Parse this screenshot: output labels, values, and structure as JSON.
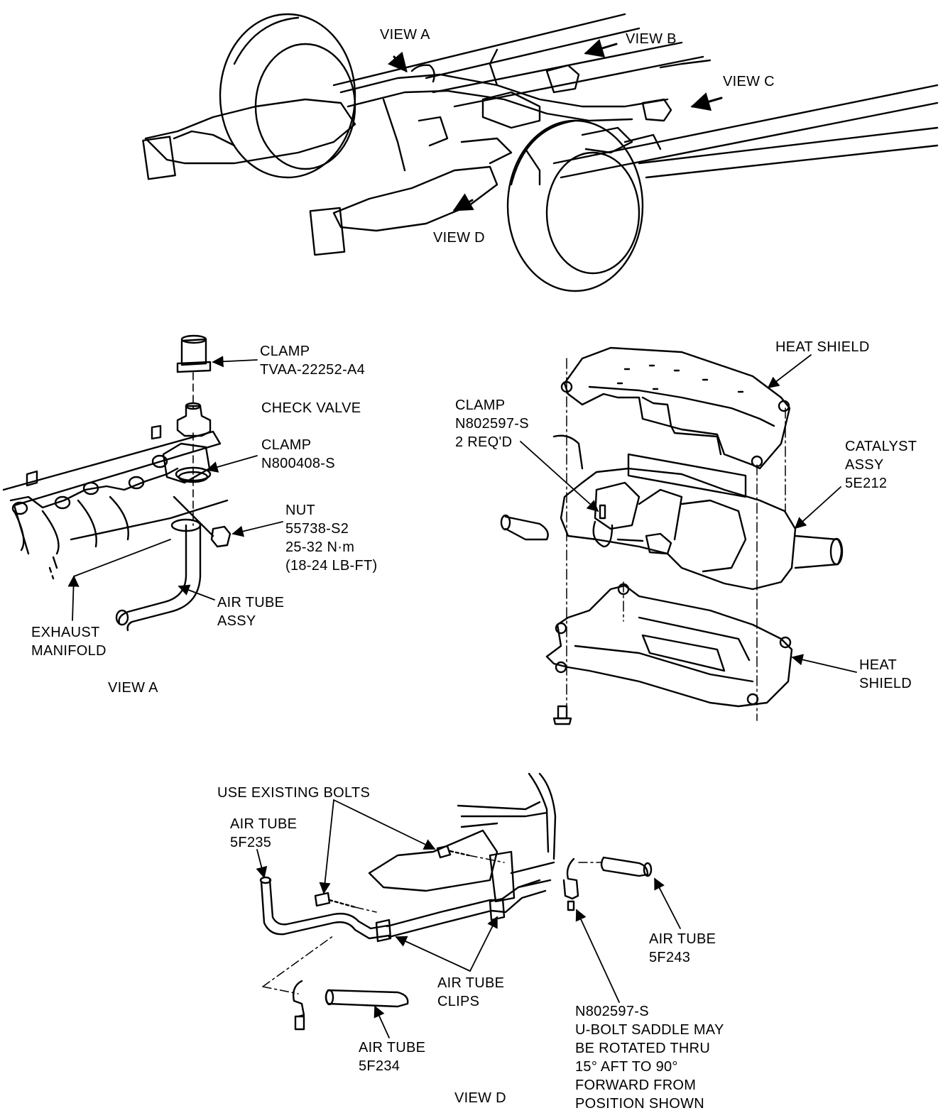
{
  "overview": {
    "view_a": "VIEW A",
    "view_b": "VIEW B",
    "view_c": "VIEW C",
    "view_d": "VIEW D"
  },
  "view_a": {
    "clamp_top": [
      "CLAMP",
      "TVAA-22252-A4"
    ],
    "check_valve": "CHECK VALVE",
    "clamp_mid": [
      "CLAMP",
      "N800408-S"
    ],
    "nut": [
      "NUT",
      "55738-S2",
      "25-32 N·m",
      "(18-24 LB-FT)"
    ],
    "air_tube": [
      "AIR TUBE",
      "ASSY"
    ],
    "exhaust_manifold": [
      "EXHAUST",
      "MANIFOLD"
    ],
    "caption": "VIEW A"
  },
  "catalyst_view": {
    "heat_shield_top": "HEAT SHIELD",
    "clamp": [
      "CLAMP",
      "N802597-S",
      "2 REQ'D"
    ],
    "catalyst": [
      "CATALYST",
      "ASSY",
      "5E212"
    ],
    "heat_shield_bottom": [
      "HEAT",
      "SHIELD"
    ]
  },
  "view_d": {
    "use_existing_bolts": "USE EXISTING BOLTS",
    "air_tube_5f235": [
      "AIR TUBE",
      "5F235"
    ],
    "air_tube_5f243": [
      "AIR TUBE",
      "5F243"
    ],
    "air_tube_clips": [
      "AIR TUBE",
      "CLIPS"
    ],
    "air_tube_5f234": [
      "AIR TUBE",
      "5F234"
    ],
    "ubolt_note": [
      "N802597-S",
      "U-BOLT SADDLE MAY",
      "BE ROTATED THRU",
      "15° AFT TO 90°",
      "FORWARD FROM",
      "POSITION SHOWN"
    ],
    "caption": "VIEW D"
  }
}
